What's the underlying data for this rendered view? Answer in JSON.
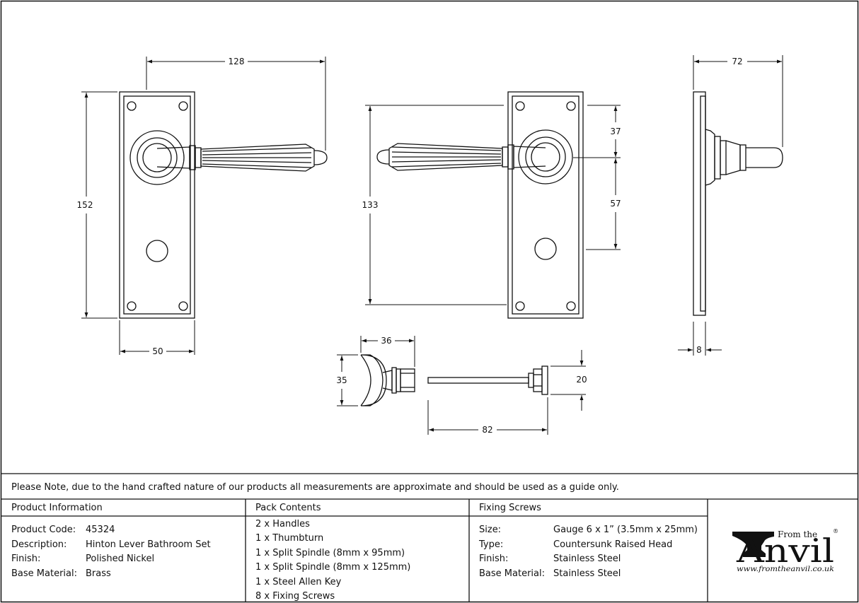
{
  "dimensions": {
    "front_width_top": "128",
    "front_height": "152",
    "front_width_bottom": "50",
    "back_height": "133",
    "back_upper": "37",
    "back_lower": "57",
    "side_width": "72",
    "side_thickness": "8",
    "thumbturn_length": "36",
    "thumbturn_height": "35",
    "spindle_height": "20",
    "spindle_length": "82"
  },
  "note": "Please Note, due to the hand crafted nature of our products all measurements are approximate and should be used as a guide only.",
  "product_info": {
    "header": "Product Information",
    "rows": [
      {
        "label": "Product Code:",
        "value": "45324"
      },
      {
        "label": "Description:",
        "value": "Hinton Lever Bathroom Set"
      },
      {
        "label": "Finish:",
        "value": "Polished Nickel"
      },
      {
        "label": "Base Material:",
        "value": "Brass"
      }
    ]
  },
  "pack_contents": {
    "header": "Pack Contents",
    "items": [
      "2 x Handles",
      "1 x Thumbturn",
      "1 x Split Spindle (8mm x 95mm)",
      "1 x Split Spindle (8mm x 125mm)",
      "1 x Steel Allen Key",
      "8 x Fixing Screws"
    ]
  },
  "fixing_screws": {
    "header": "Fixing Screws",
    "rows": [
      {
        "label": "Size:",
        "value": "Gauge 6 x 1” (3.5mm x 25mm)"
      },
      {
        "label": "Type:",
        "value": "Countersunk Raised Head"
      },
      {
        "label": "Finish:",
        "value": "Stainless Steel"
      },
      {
        "label": "Base Material:",
        "value": "Stainless Steel"
      }
    ]
  },
  "logo": {
    "from_the": "From the",
    "name": "Anvil",
    "registered": "®",
    "url": "www.fromtheanvil.co.uk",
    "icon": "anvil-icon"
  }
}
